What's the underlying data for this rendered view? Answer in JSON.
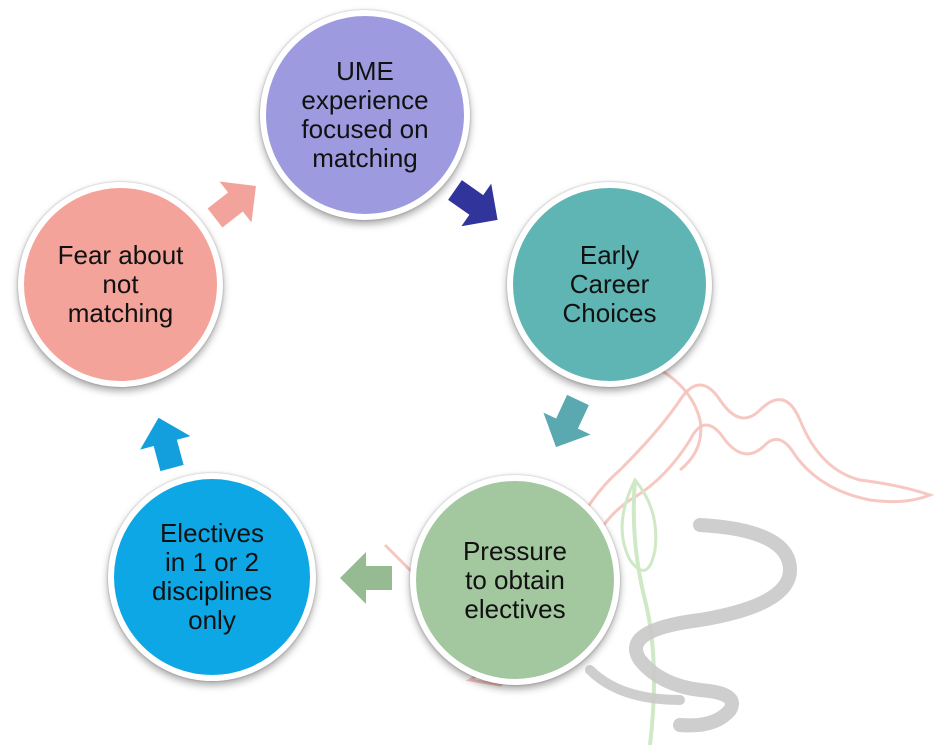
{
  "diagram": {
    "type": "cycle",
    "nodes": [
      {
        "id": "ume",
        "label": "UME\nexperience\nfocused on\nmatching",
        "color": "#9d9ae0"
      },
      {
        "id": "early",
        "label": "Early\nCareer\nChoices",
        "color": "#5fb4b4"
      },
      {
        "id": "pressure",
        "label": "Pressure\nto obtain\nelectives",
        "color": "#a3c79f"
      },
      {
        "id": "electives",
        "label": "Electives\nin 1 or 2\ndisciplines\nonly",
        "color": "#0da7e6"
      },
      {
        "id": "fear",
        "label": "Fear about\nnot\nmatching",
        "color": "#f3a39a"
      }
    ],
    "arrows": [
      {
        "from": "ume",
        "to": "early",
        "color": "#31349a"
      },
      {
        "from": "early",
        "to": "pressure",
        "color": "#5aa9b1"
      },
      {
        "from": "pressure",
        "to": "electives",
        "color": "#96bb93"
      },
      {
        "from": "electives",
        "to": "fear",
        "color": "#139fde"
      },
      {
        "from": "fear",
        "to": "ume",
        "color": "#f2a39b"
      }
    ]
  },
  "watermark": {
    "flame_color": "#f6c1ba",
    "stem_color": "#cfe8c6",
    "swirl_color": "#c9c9c9"
  }
}
